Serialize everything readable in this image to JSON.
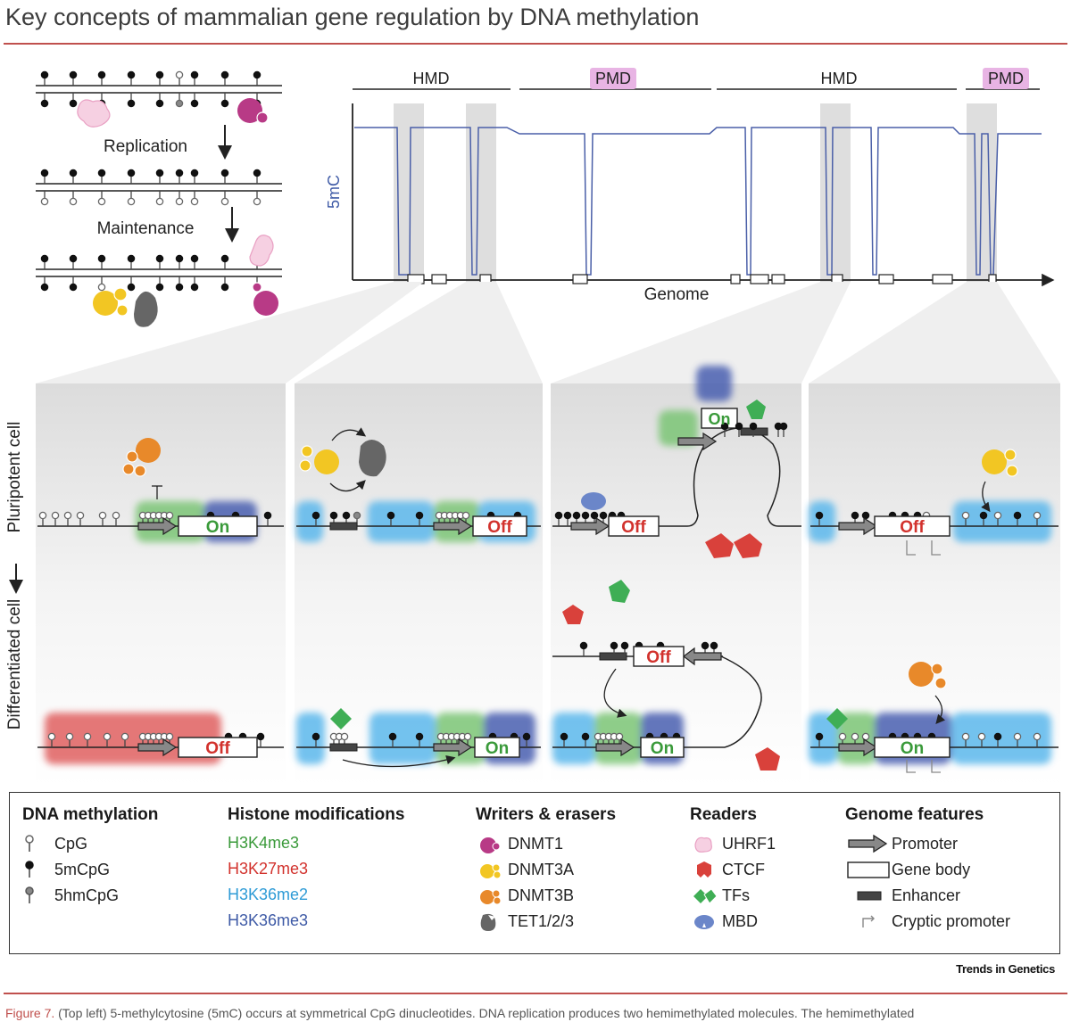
{
  "title": "Key concepts of mammalian gene regulation by DNA methylation",
  "top_left": {
    "replication_label": "Replication",
    "maintenance_label": "Maintenance"
  },
  "profile": {
    "domains": [
      "HMD",
      "PMD",
      "HMD",
      "PMD"
    ],
    "y_axis_label": "5mC",
    "x_axis_label": "Genome"
  },
  "side_labels": {
    "pluripotent": "Pluripotent cell",
    "differentiated": "Differentiated cell"
  },
  "gene_states": {
    "panel1": {
      "top": "On",
      "bottom": "Off"
    },
    "panel2": {
      "top": "Off",
      "bottom": "On"
    },
    "panel3": {
      "top": "Off",
      "loop": "On",
      "middle": "Off",
      "bottom": "On"
    },
    "panel4": {
      "top": "Off",
      "bottom": "On"
    }
  },
  "legend": {
    "dna_methylation": {
      "heading": "DNA methylation",
      "items": [
        "CpG",
        "5mCpG",
        "5hmCpG"
      ]
    },
    "histone": {
      "heading": "Histone modifications",
      "items": [
        {
          "label": "H3K4me3",
          "color": "#3a9a3a"
        },
        {
          "label": "H3K27me3",
          "color": "#d2322d"
        },
        {
          "label": "H3K36me2",
          "color": "#2e9bd6"
        },
        {
          "label": "H3K36me3",
          "color": "#3e5aa6"
        }
      ]
    },
    "writers": {
      "heading": "Writers & erasers",
      "items": [
        "DNMT1",
        "DNMT3A",
        "DNMT3B",
        "TET1/2/3"
      ]
    },
    "readers": {
      "heading": "Readers",
      "items": [
        "UHRF1",
        "CTCF",
        "TFs",
        "MBD"
      ]
    },
    "genome": {
      "heading": "Genome features",
      "items": [
        "Promoter",
        "Gene body",
        "Enhancer",
        "Cryptic promoter"
      ]
    }
  },
  "credit": "Trends in Genetics",
  "caption": {
    "figure": "Figure 7.",
    "text": "(Top left) 5-methylcytosine (5mC) occurs at symmetrical CpG dinucleotides. DNA replication produces two hemimethylated molecules. The hemimethylated"
  },
  "colors": {
    "h3k4me3": "#7cc576",
    "h3k27me3": "#e06060",
    "h3k36me2": "#5bb8ec",
    "h3k36me3": "#4a5fb0",
    "dnmt1": "#b83a86",
    "dnmt3a": "#f2c623",
    "dnmt3b": "#e8892a",
    "tet": "#666666",
    "ctcf": "#d9413b",
    "tf": "#3fae55",
    "mbd": "#6b86c9",
    "uhrf1": "#f3b7d2",
    "accent": "#c0504d",
    "pmd_bg": "#e8b4e4"
  }
}
